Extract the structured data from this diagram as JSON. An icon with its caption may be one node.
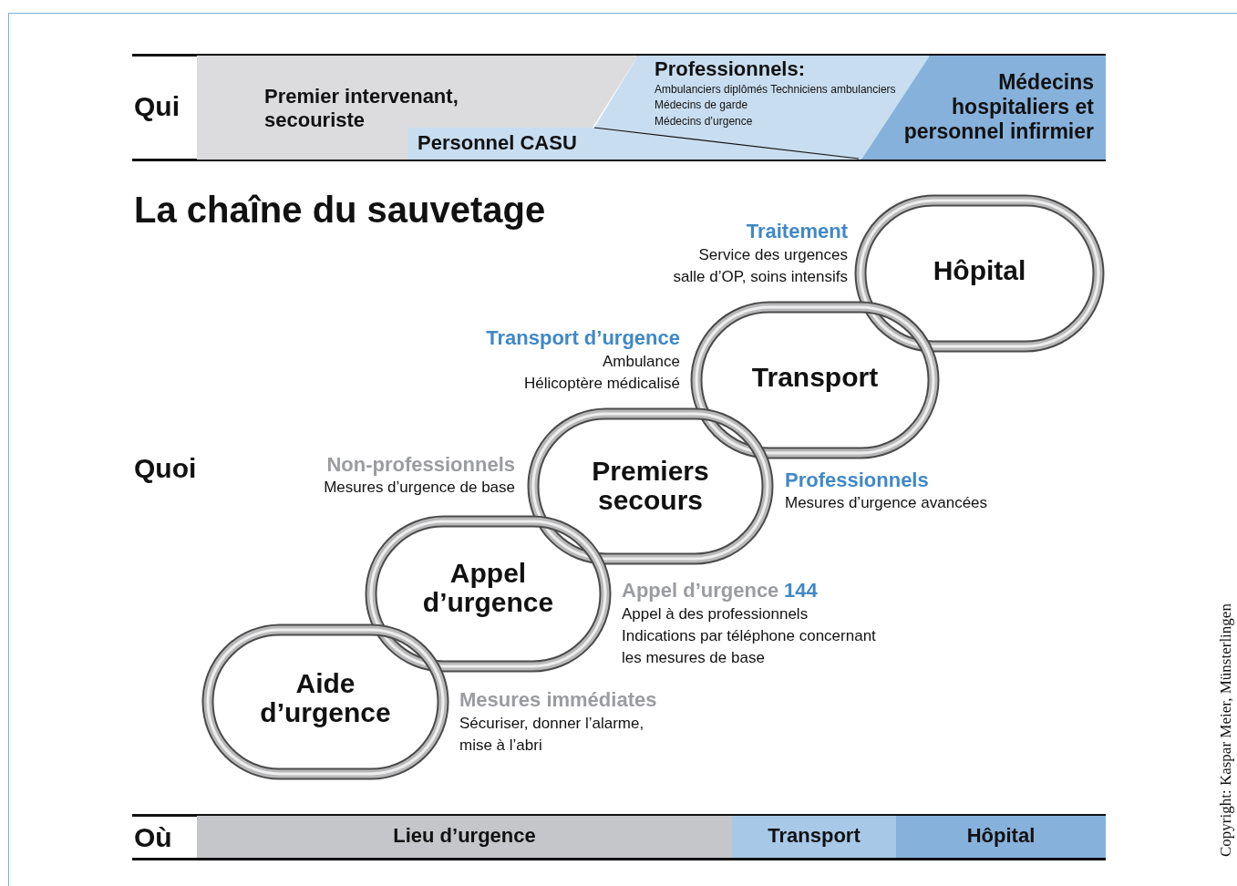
{
  "diagram": {
    "title": "La chaîne du sauvetage",
    "nodes": [
      {
        "text": [
          "Premier intervenant, secouriste"
        ]
      },
      {
        "text": [
          "Personnel CASU"
        ]
      },
      {
        "text": [
          "Professionnels:",
          "Ambulanciers diplômés Techniciens ambulanciers",
          "Médecins de garde",
          "Médecins d’urgence"
        ]
      },
      {
        "text": [
          "Médecins hospitaliers et personnel infirmier"
        ]
      },
      {
        "text": [
          "Hôpital"
        ],
        "beside": [
          "Traitement",
          "Service des urgences",
          "salle d’OP, soins intensifs"
        ]
      },
      {
        "text": [
          "Transport"
        ],
        "beside": [
          "Transport d’urgence",
          "Ambulance",
          "Hélicoptère médicalisé"
        ]
      },
      {
        "text": [
          "Premiers secours"
        ],
        "beside": [
          "Non-professionnels",
          "Mesures d’urgence de base",
          "Professionnels",
          "Mesures d’urgence avancées"
        ]
      },
      {
        "text": [
          "Appel d’urgence"
        ],
        "beside": [
          "Appel d’urgence",
          "144",
          "Appel à des professionnels",
          "Indications par téléphone concernant les mesures de base"
        ]
      },
      {
        "text": [
          "Aide d’urgence"
        ],
        "beside": [
          "Mesures immédiates",
          "Sécuriser, donner l’alarme, mise à l’abri"
        ]
      },
      {
        "text": [
          "Lieu d’urgence"
        ]
      },
      {
        "text": [
          "Transport"
        ]
      },
      {
        "text": [
          "Hôpital"
        ]
      }
    ],
    "labels": [
      "Qui",
      "Quoi",
      "Où",
      "Copyright: Kaspar Meier, Münsterlingen"
    ]
  }
}
